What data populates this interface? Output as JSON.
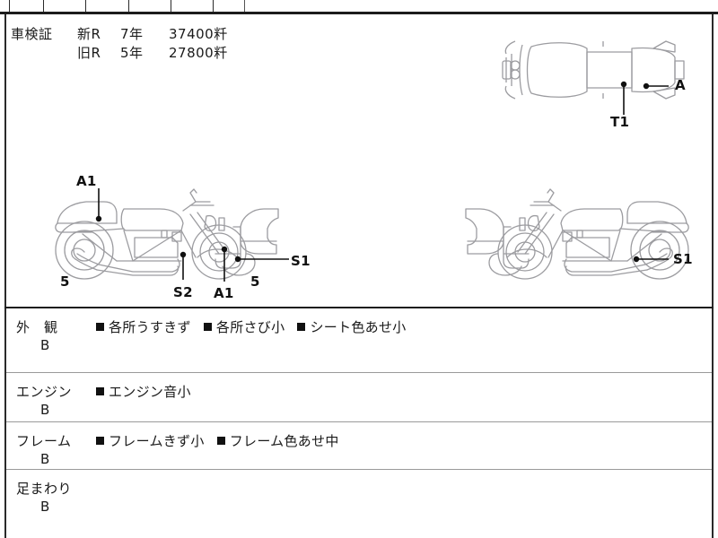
{
  "sheet": {
    "registration": {
      "label": "車検証",
      "rows": [
        {
          "era": "新R",
          "year": "7年",
          "mileage": "37400粁"
        },
        {
          "era": "旧R",
          "year": "5年",
          "mileage": "27800粁"
        }
      ]
    },
    "diagram": {
      "views": [
        {
          "name": "top-view",
          "labels": [
            "A",
            "T1"
          ]
        },
        {
          "name": "left-side-view",
          "labels": [
            "A1",
            "A1",
            "S1",
            "S2",
            "5",
            "5"
          ]
        },
        {
          "name": "right-side-view",
          "labels": [
            "S1"
          ]
        }
      ],
      "callouts": {
        "top_a": "A",
        "top_t1": "T1",
        "left_a1_top": "A1",
        "left_s2": "S2",
        "left_a1_bottom": "A1",
        "left_five_rear": "5",
        "left_five_front": "5",
        "left_s1": "S1",
        "right_s1": "S1"
      },
      "line_color": "#9c9ca0"
    },
    "conditions": [
      {
        "title": "外　観",
        "grade": "B",
        "notes": [
          "各所うすきず",
          "各所さび小",
          "シート色あせ小"
        ]
      },
      {
        "title": "エンジン",
        "grade": "B",
        "notes": [
          "エンジン音小"
        ]
      },
      {
        "title": "フレーム",
        "grade": "B",
        "notes": [
          "フレームきず小",
          "フレーム色あせ中"
        ]
      },
      {
        "title": "足まわり",
        "grade": "B",
        "notes": []
      }
    ],
    "top_strip": {
      "ghost_text": "",
      "column_dividers": [
        10,
        48,
        95,
        143,
        190,
        237,
        285
      ]
    }
  }
}
